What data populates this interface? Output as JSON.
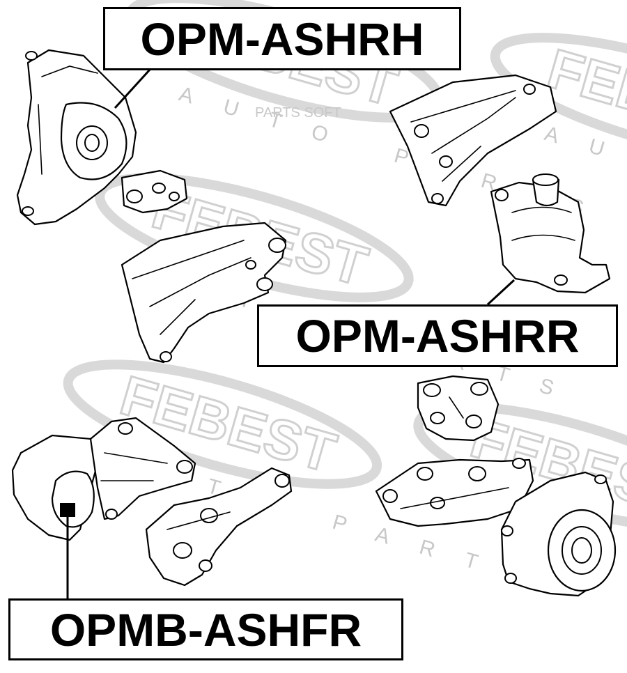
{
  "parts": [
    {
      "label": "OPM-ASHRH"
    },
    {
      "label": "OPM-ASHRR"
    },
    {
      "label": "OPMB-ASHFR"
    }
  ],
  "watermark": {
    "brand": "FEBEST",
    "tagline": "AUTO PARTS",
    "overlay": "PARTS SOFT"
  },
  "colors": {
    "line": "#000000",
    "watermark": "#d9d9d9",
    "background": "#ffffff"
  }
}
